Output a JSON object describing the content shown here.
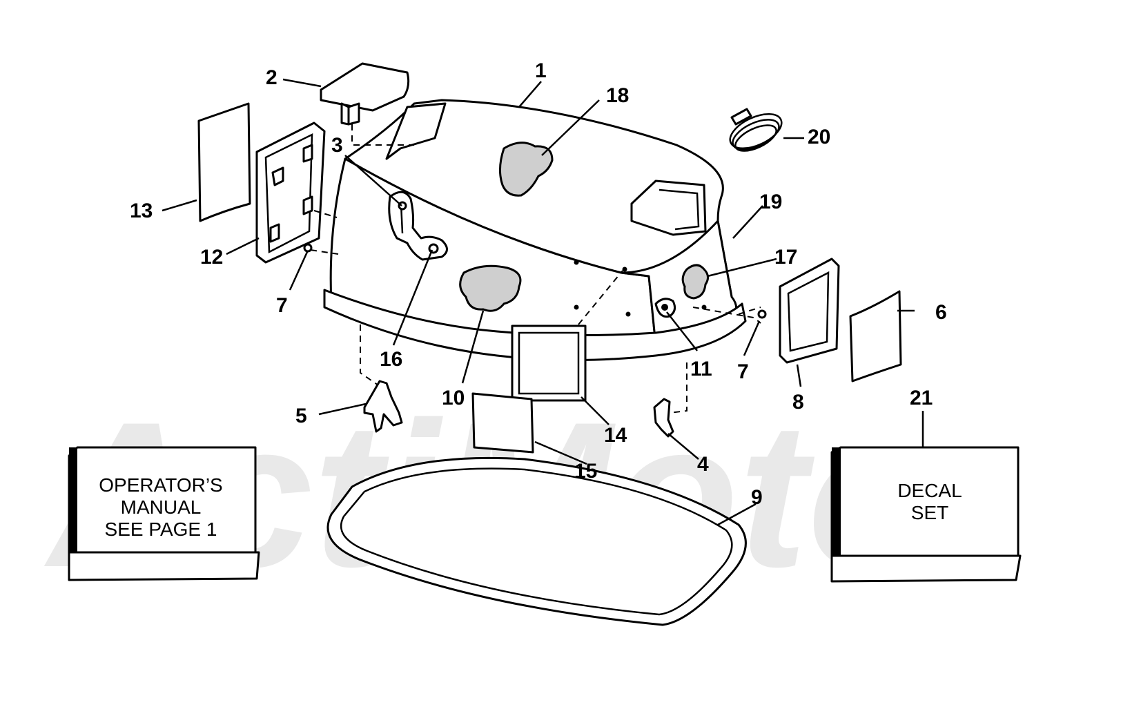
{
  "watermark": {
    "text": "ActiMoto"
  },
  "callouts": [
    {
      "id": "1",
      "label": "1"
    },
    {
      "id": "2",
      "label": "2"
    },
    {
      "id": "3",
      "label": "3"
    },
    {
      "id": "4",
      "label": "4"
    },
    {
      "id": "5",
      "label": "5"
    },
    {
      "id": "6",
      "label": "6"
    },
    {
      "id": "7a",
      "label": "7"
    },
    {
      "id": "7b",
      "label": "7"
    },
    {
      "id": "8",
      "label": "8"
    },
    {
      "id": "9",
      "label": "9"
    },
    {
      "id": "10",
      "label": "10"
    },
    {
      "id": "11",
      "label": "11"
    },
    {
      "id": "12",
      "label": "12"
    },
    {
      "id": "13",
      "label": "13"
    },
    {
      "id": "14",
      "label": "14"
    },
    {
      "id": "15",
      "label": "15"
    },
    {
      "id": "16",
      "label": "16"
    },
    {
      "id": "17",
      "label": "17"
    },
    {
      "id": "18",
      "label": "18"
    },
    {
      "id": "19",
      "label": "19"
    },
    {
      "id": "20",
      "label": "20"
    },
    {
      "id": "21",
      "label": "21"
    }
  ],
  "boxes": {
    "manual": {
      "lines": [
        "OPERATOR’S",
        "MANUAL",
        "SEE PAGE 1"
      ]
    },
    "decal": {
      "lines": [
        "DECAL",
        "SET"
      ]
    }
  }
}
